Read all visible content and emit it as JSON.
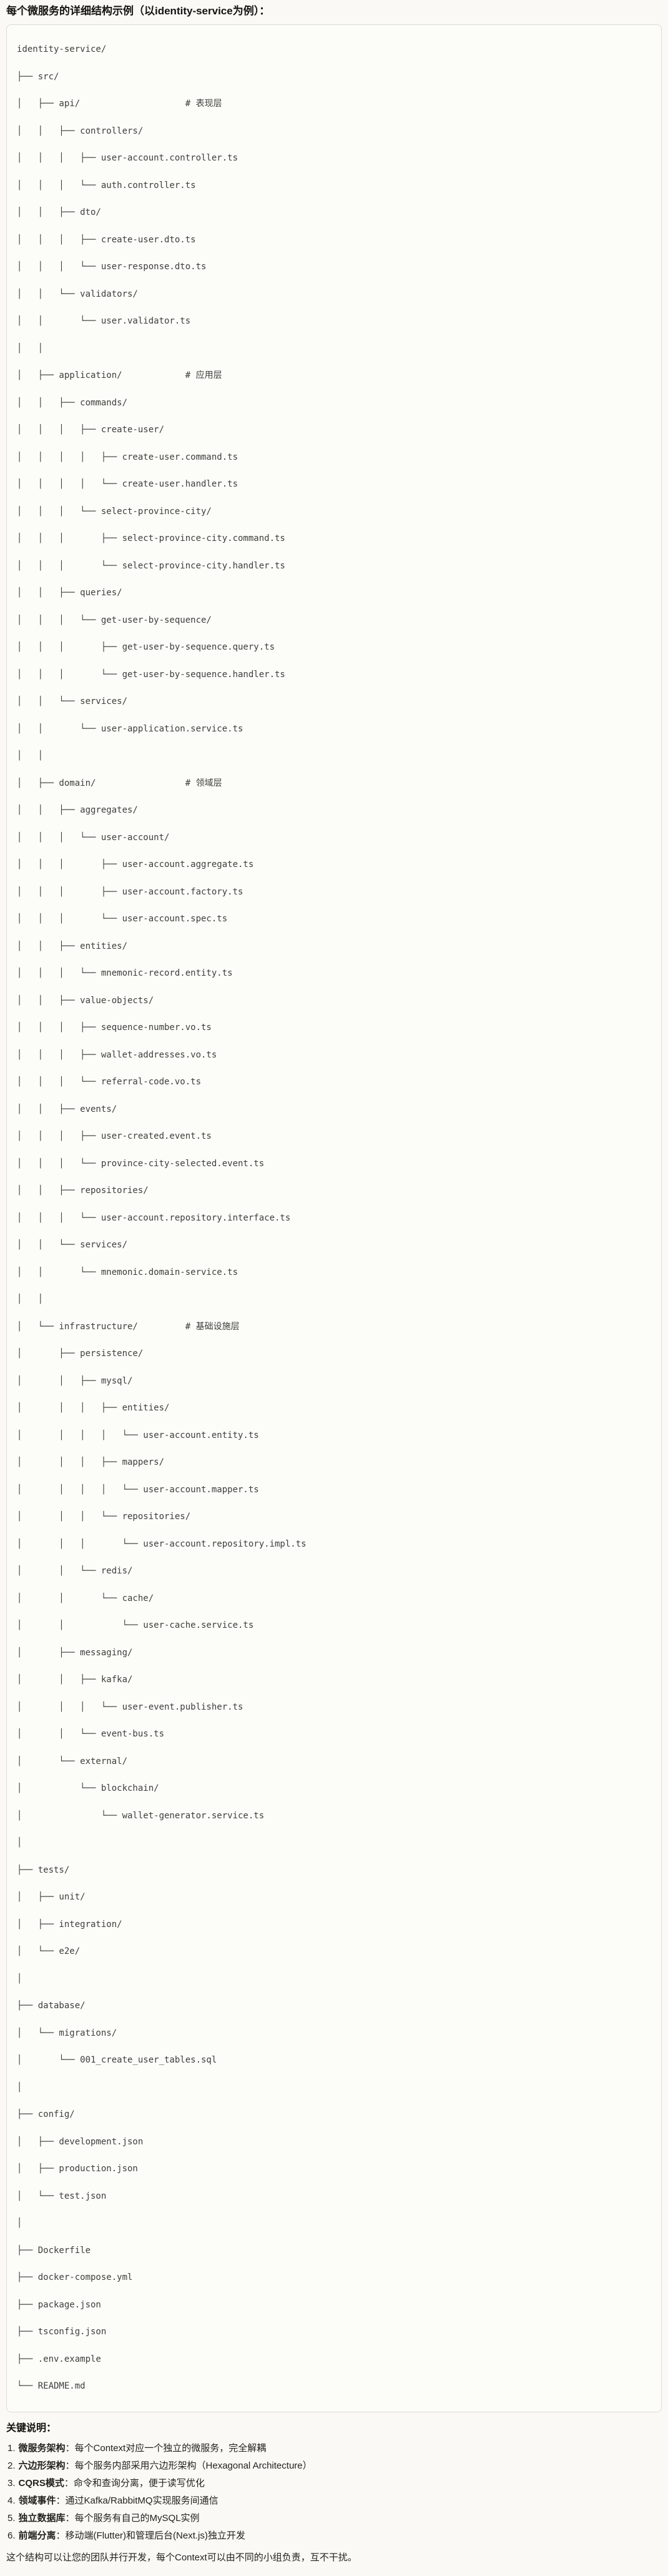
{
  "page": {
    "title": "每个微服务的详细结构示例（以identity-service为例）："
  },
  "colors": {
    "background": "#FAF9F5",
    "code_background": "#FCFCF9",
    "code_border": "#DEDCD4",
    "heading_text": "#141310",
    "code_text": "#3E3E3A",
    "body_text": "#23221E"
  },
  "code_block": {
    "lines": [
      "identity-service/",
      "├── src/",
      "│   ├── api/                    # 表现层",
      "│   │   ├── controllers/",
      "│   │   │   ├── user-account.controller.ts",
      "│   │   │   └── auth.controller.ts",
      "│   │   ├── dto/",
      "│   │   │   ├── create-user.dto.ts",
      "│   │   │   └── user-response.dto.ts",
      "│   │   └── validators/",
      "│   │       └── user.validator.ts",
      "│   │",
      "│   ├── application/            # 应用层",
      "│   │   ├── commands/",
      "│   │   │   ├── create-user/",
      "│   │   │   │   ├── create-user.command.ts",
      "│   │   │   │   └── create-user.handler.ts",
      "│   │   │   └── select-province-city/",
      "│   │   │       ├── select-province-city.command.ts",
      "│   │   │       └── select-province-city.handler.ts",
      "│   │   ├── queries/",
      "│   │   │   └── get-user-by-sequence/",
      "│   │   │       ├── get-user-by-sequence.query.ts",
      "│   │   │       └── get-user-by-sequence.handler.ts",
      "│   │   └── services/",
      "│   │       └── user-application.service.ts",
      "│   │",
      "│   ├── domain/                 # 领域层",
      "│   │   ├── aggregates/",
      "│   │   │   └── user-account/",
      "│   │   │       ├── user-account.aggregate.ts",
      "│   │   │       ├── user-account.factory.ts",
      "│   │   │       └── user-account.spec.ts",
      "│   │   ├── entities/",
      "│   │   │   └── mnemonic-record.entity.ts",
      "│   │   ├── value-objects/",
      "│   │   │   ├── sequence-number.vo.ts",
      "│   │   │   ├── wallet-addresses.vo.ts",
      "│   │   │   └── referral-code.vo.ts",
      "│   │   ├── events/",
      "│   │   │   ├── user-created.event.ts",
      "│   │   │   └── province-city-selected.event.ts",
      "│   │   ├── repositories/",
      "│   │   │   └── user-account.repository.interface.ts",
      "│   │   └── services/",
      "│   │       └── mnemonic.domain-service.ts",
      "│   │",
      "│   └── infrastructure/         # 基础设施层",
      "│       ├── persistence/",
      "│       │   ├── mysql/",
      "│       │   │   ├── entities/",
      "│       │   │   │   └── user-account.entity.ts",
      "│       │   │   ├── mappers/",
      "│       │   │   │   └── user-account.mapper.ts",
      "│       │   │   └── repositories/",
      "│       │   │       └── user-account.repository.impl.ts",
      "│       │   └── redis/",
      "│       │       └── cache/",
      "│       │           └── user-cache.service.ts",
      "│       ├── messaging/",
      "│       │   ├── kafka/",
      "│       │   │   └── user-event.publisher.ts",
      "│       │   └── event-bus.ts",
      "│       └── external/",
      "│           └── blockchain/",
      "│               └── wallet-generator.service.ts",
      "│",
      "├── tests/",
      "│   ├── unit/",
      "│   ├── integration/",
      "│   └── e2e/",
      "│",
      "├── database/",
      "│   └── migrations/",
      "│       └── 001_create_user_tables.sql",
      "│",
      "├── config/",
      "│   ├── development.json",
      "│   ├── production.json",
      "│   └── test.json",
      "│",
      "├── Dockerfile",
      "├── docker-compose.yml",
      "├── package.json",
      "├── tsconfig.json",
      "├── .env.example",
      "└── README.md"
    ]
  },
  "notes": {
    "heading": "关键说明：",
    "items": [
      {
        "num": "1.",
        "label": "微服务架构",
        "rest": "：每个Context对应一个独立的微服务，完全解耦"
      },
      {
        "num": "2.",
        "label": "六边形架构",
        "rest": "：每个服务内部采用六边形架构（Hexagonal Architecture）"
      },
      {
        "num": "3.",
        "label": "CQRS模式",
        "rest": "：命令和查询分离，便于读写优化"
      },
      {
        "num": "4.",
        "label": "领域事件",
        "rest": "：通过Kafka/RabbitMQ实现服务间通信"
      },
      {
        "num": "5.",
        "label": "独立数据库",
        "rest": "：每个服务有自己的MySQL实例"
      },
      {
        "num": "6.",
        "label": "前端分离",
        "rest": "：移动端(Flutter)和管理后台(Next.js)独立开发"
      }
    ],
    "footer": "这个结构可以让您的团队并行开发，每个Context可以由不同的小组负责，互不干扰。"
  }
}
